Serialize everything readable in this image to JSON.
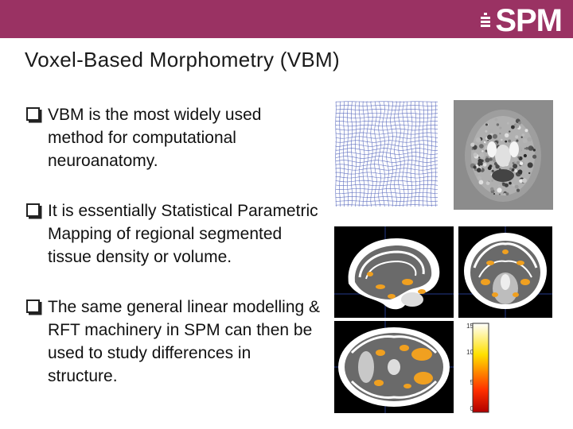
{
  "header": {
    "logo_text": "SPM",
    "colors": {
      "bar": "#9a3263",
      "logo": "#ffffff"
    }
  },
  "slide": {
    "title": "Voxel-Based Morphometry (VBM)",
    "bullets": [
      {
        "icon": "checkbox-bullet-icon",
        "text": "VBM is the most widely used method for computational neuroanatomy."
      },
      {
        "icon": "checkbox-bullet-icon",
        "text": "It is essentially Statistical Parametric Mapping of regional segmented tissue density or volume."
      },
      {
        "icon": "checkbox-bullet-icon",
        "text": "The same general linear modelling & RFT machinery in SPM can then be used to study differences in structure."
      }
    ]
  },
  "figures": {
    "colorbar": {
      "ticks": [
        "15",
        "10",
        "5",
        "0"
      ],
      "range": [
        0,
        15
      ],
      "colors": [
        "#ffffff",
        "#ffe000",
        "#ff3000",
        "#b00000"
      ]
    },
    "overlay_color": "#f0a020"
  }
}
